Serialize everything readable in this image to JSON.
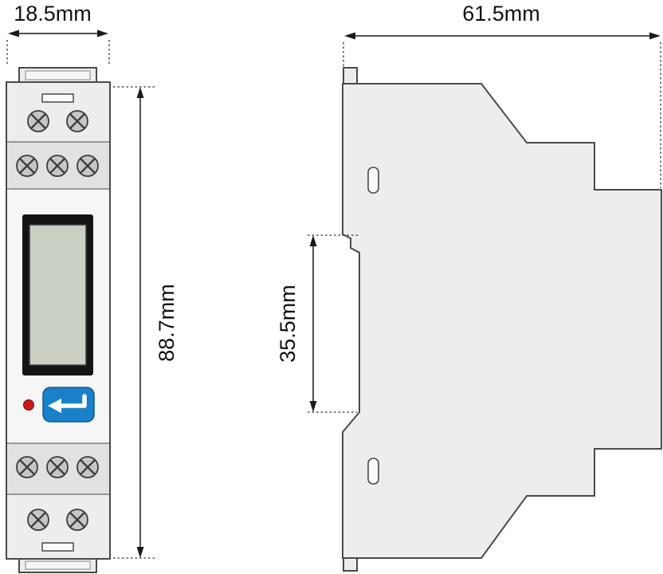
{
  "diagram": {
    "type": "technical-dimension-drawing",
    "subject": "din-rail-energy-meter",
    "dimensions": {
      "front_width": "18.5mm",
      "front_height": "88.7mm",
      "side_depth": "61.5mm",
      "rail_recess_height": "35.5mm"
    },
    "colors": {
      "body_fill": "#ededed",
      "body_mid": "#e1e1e1",
      "face_fill": "#f6f6f6",
      "outline": "#4a4a4a",
      "lcd_frame": "#141414",
      "lcd_screen": "#c9cfc2",
      "button_blue": "#1a80c8",
      "button_border": "#0e5c97",
      "led_red": "#cc1a1a",
      "dimension_line": "#1a1a1a",
      "screw_fill": "#c6c6c6"
    }
  }
}
